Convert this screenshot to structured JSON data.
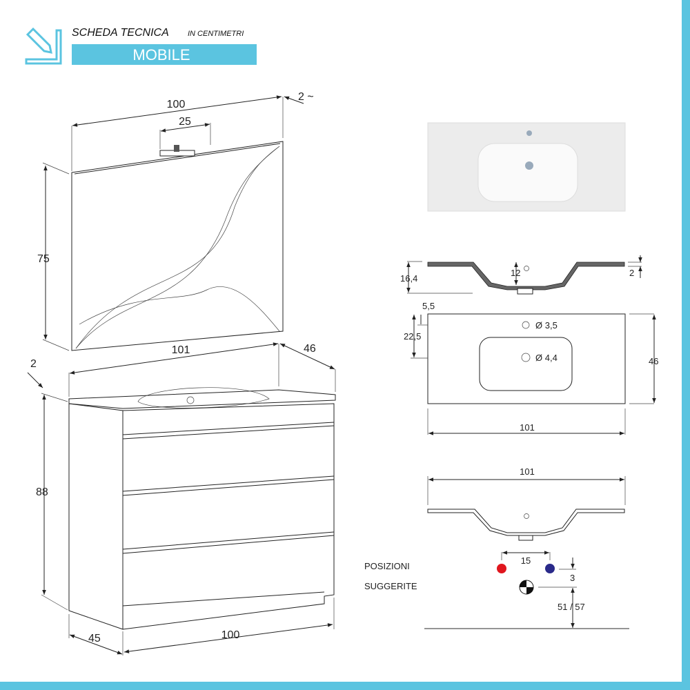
{
  "header": {
    "title": "SCHEDA TECNICA",
    "subtitle": "IN CENTIMETRI",
    "section": "MOBILE",
    "icon": "pencil-ruler-icon"
  },
  "colors": {
    "accent": "#5bc4e0",
    "hot": "#e0161e",
    "cold": "#2a2a8a"
  },
  "mirror": {
    "width": "100",
    "lamp_width": "25",
    "depth": "2 ~",
    "height": "75"
  },
  "cabinet": {
    "top_width": "101",
    "top_depth": "46",
    "top_thickness": "2",
    "height": "88",
    "depth": "45",
    "width": "100"
  },
  "basin_side": {
    "height": "16,4",
    "bowl_depth": "12",
    "rim": "2"
  },
  "basin_top": {
    "offset": "5,5",
    "hole_offset": "22,5",
    "tap_hole": "Ø 3,5",
    "drain_hole": "Ø 4,4",
    "depth": "46",
    "width": "101"
  },
  "basin_front": {
    "width": "101"
  },
  "positions": {
    "label_line1": "POSIZIONI",
    "label_line2": "SUGGERITE",
    "tap_spacing": "15",
    "offset": "3",
    "drain_height": "51 / 57"
  }
}
